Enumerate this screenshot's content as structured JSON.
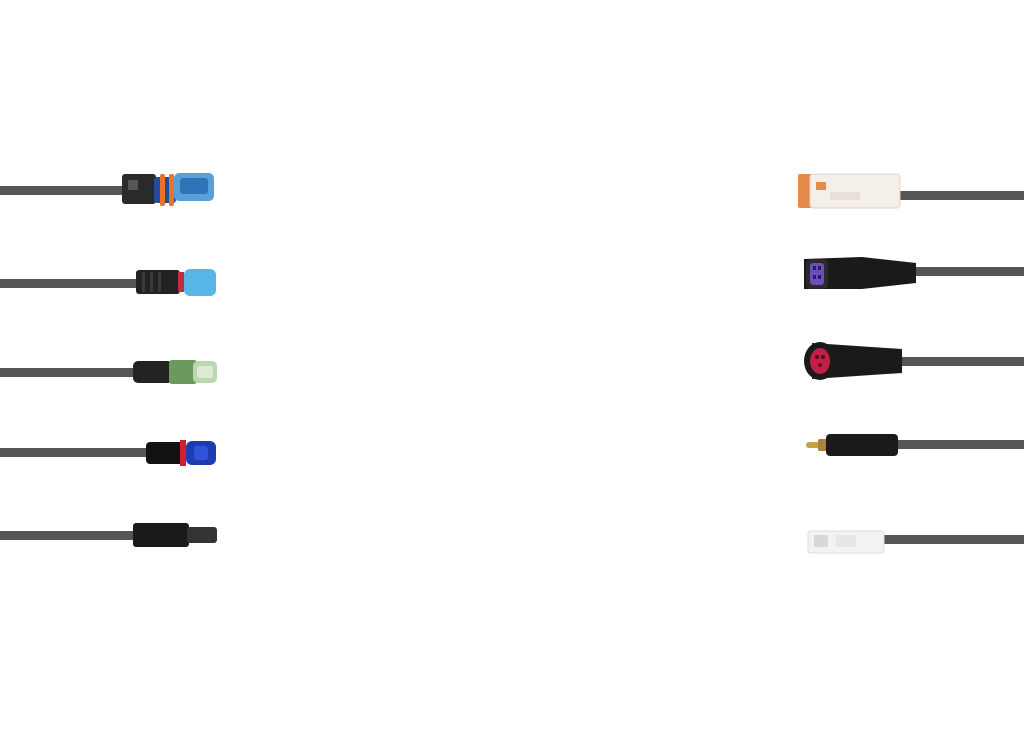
{
  "scene": {
    "description_visible_text": "",
    "connectors_left": [
      {
        "name": "connector-blue-orange",
        "colors": [
          "#2a2a2a",
          "#1d4f9a",
          "#e8742a",
          "#5aa0d8"
        ]
      },
      {
        "name": "connector-light-blue",
        "colors": [
          "#222222",
          "#c0303a",
          "#58b6e6"
        ]
      },
      {
        "name": "connector-green",
        "colors": [
          "#222222",
          "#6a9a5e",
          "#b9d8b0"
        ]
      },
      {
        "name": "connector-blue-red",
        "colors": [
          "#111111",
          "#d02030",
          "#1e3cb0"
        ]
      },
      {
        "name": "connector-black",
        "colors": [
          "#1a1a1a",
          "#333333"
        ]
      }
    ],
    "connectors_right": [
      {
        "name": "connector-white-orange",
        "colors": [
          "#f4efe8",
          "#e48a4a"
        ]
      },
      {
        "name": "connector-purple-face",
        "colors": [
          "#1a1a1a",
          "#6a50b8"
        ]
      },
      {
        "name": "connector-red-face",
        "colors": [
          "#1a1a1a",
          "#c02048"
        ]
      },
      {
        "name": "connector-brass-pin",
        "colors": [
          "#1a1a1a",
          "#c8a04a"
        ]
      },
      {
        "name": "connector-white-small",
        "colors": [
          "#f2f2f2",
          "#d8d8d8"
        ]
      }
    ],
    "cable_color": "#555555"
  }
}
